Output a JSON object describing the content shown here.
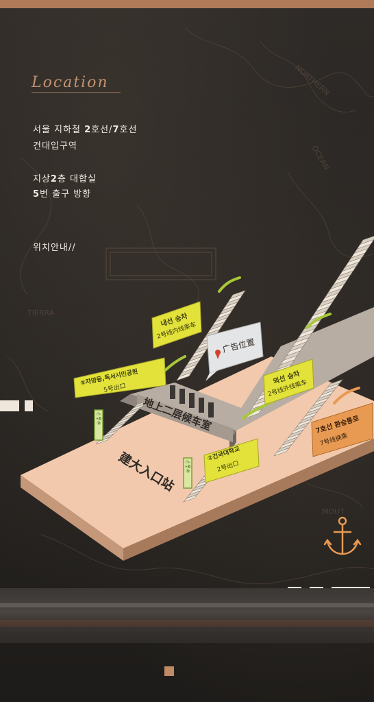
{
  "title": "Location",
  "info": {
    "line1_pre": "서울 지하철 ",
    "line1_b1": "2",
    "line1_mid": "호선/",
    "line1_b2": "7",
    "line1_post": "호선",
    "line2": "건대입구역",
    "line3_pre": "지상",
    "line3_b": "2",
    "line3_post": "층 대합실",
    "line4_b": "5",
    "line4_post": "번 출구 방향",
    "line5": "위치안내//"
  },
  "map": {
    "station_name": "建大入口站",
    "waiting_room": "地上二层候车室",
    "ad_label": "广告位置",
    "inner_ko": "내선 승차",
    "inner_zh": "2号线内线乘车",
    "outer_ko": "외선 승차",
    "outer_zh": "2号线外线乘车",
    "exit5_ko": "⑤자양동,독서시민공원",
    "exit5_zh": "5号出口",
    "exit2_ko": "②건국대학교",
    "exit2_zh": "2号出口",
    "line7_ko": "7호선 환승통로",
    "line7_zh": "7号线换乘",
    "sign_left": "⑤출구",
    "sign_right": "②출구"
  },
  "colors": {
    "accent": "#b07a58",
    "floor": "#f2c9ac",
    "yellow": "#e2e23a",
    "green": "#a8c83a",
    "orange": "#e89a52"
  },
  "icons": [
    "anchor-icon",
    "location-pin-icon"
  ]
}
